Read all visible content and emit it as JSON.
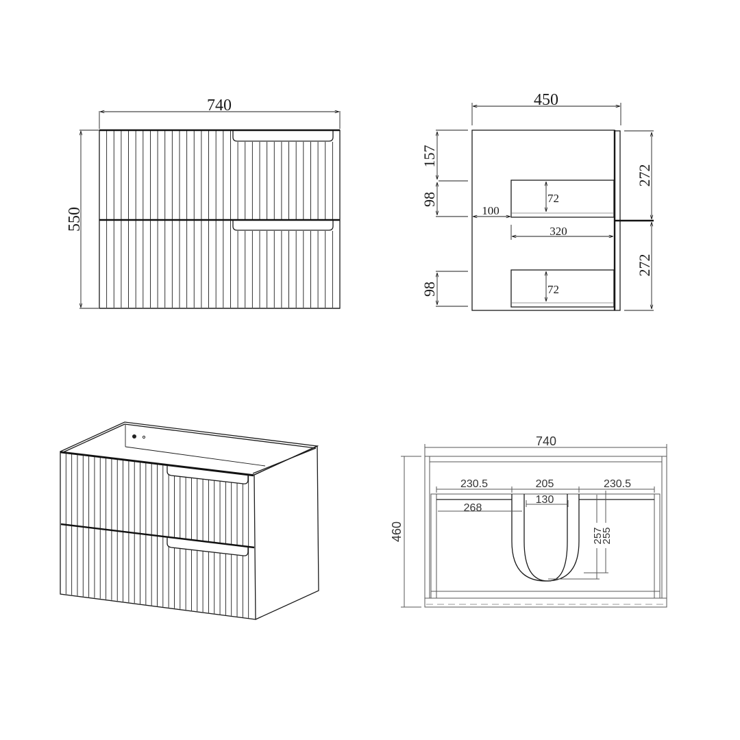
{
  "front_view": {
    "width_label": "740",
    "height_label": "550",
    "drawer_count": 2,
    "flute_count_per_drawer": 33
  },
  "side_view": {
    "depth_label": "450",
    "left_dims": [
      "157",
      "98",
      "98"
    ],
    "right_dims": [
      "272",
      "272"
    ],
    "inner_dims": {
      "drawer_inner_height_top": "72",
      "drawer_inner_height_bottom": "72",
      "drawer_offset": "100",
      "drawer_depth": "320"
    }
  },
  "iso_view": {
    "description": "3D isometric view of fluted two-drawer wall-hung vanity"
  },
  "top_view": {
    "width_label": "740",
    "depth_label": "460",
    "segment_dims": [
      "230.5",
      "205",
      "230.5"
    ],
    "cutout_width": "130",
    "left_drawer_width": "268",
    "cutout_depths": [
      "257",
      "255"
    ]
  }
}
